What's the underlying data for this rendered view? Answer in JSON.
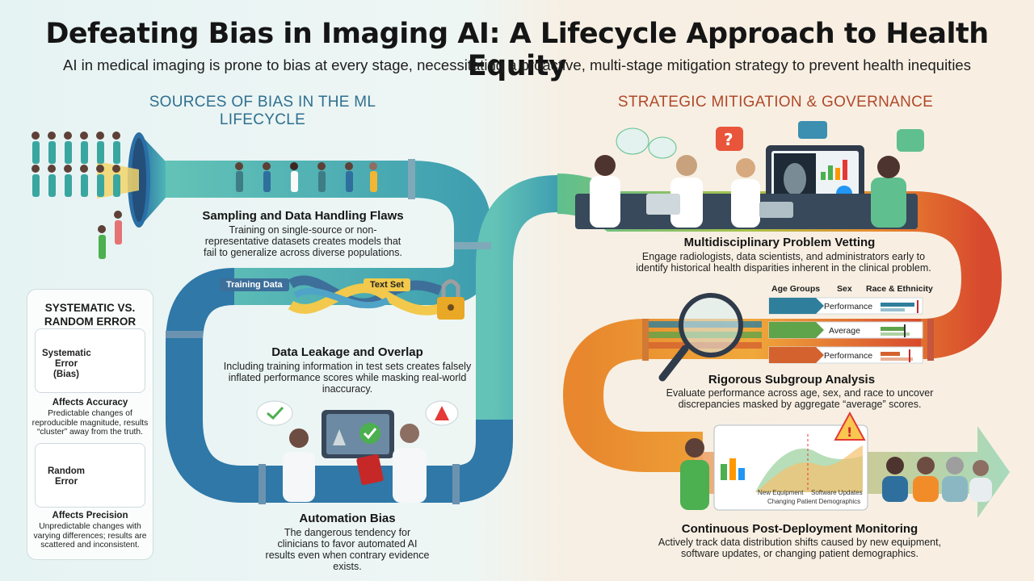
{
  "title": "Defeating Bias in Imaging AI: A Lifecycle Approach to Health Equity",
  "subtitle": "AI in medical imaging is prone to bias at every stage, necessitating a proactive, multi-stage mitigation strategy to prevent health inequities",
  "left_section": {
    "heading": "SOURCES OF BIAS IN THE ML LIFECYCLE",
    "sampling": {
      "title": "Sampling and Data Handling Flaws",
      "text": "Training on single-source or non-representative datasets creates models that fail to generalize across diverse populations."
    },
    "leakage": {
      "title": "Data Leakage and Overlap",
      "text": "Including training information in test sets creates falsely inflated performance scores while masking real-world inaccuracy.",
      "training_tag": "Training Data",
      "test_tag": "Text Set"
    },
    "automation": {
      "title": "Automation Bias",
      "text": "The dangerous tendency for clinicians to favor automated AI results even when contrary evidence exists."
    }
  },
  "error_panel": {
    "title": "SYSTEMATIC VS. RANDOM ERROR",
    "systematic": {
      "label": "Systematic Error (Bias)",
      "effect": "Affects Accuracy",
      "text": "Predictable changes of reproducible magnitude, results “cluster” away from the truth."
    },
    "random": {
      "label": "Random Error",
      "effect": "Affects Precision",
      "text": "Unpredictable changes with varying differences; results are scattered and inconsistent."
    }
  },
  "right_section": {
    "heading": "STRATEGIC MITIGATION & GOVERNANCE",
    "vetting": {
      "title": "Multidisciplinary Problem Vetting",
      "text": "Engage radiologists, data scientists, and administrators early to identify historical health disparities inherent in the clinical problem."
    },
    "subgroup": {
      "title": "Rigorous Subgroup Analysis",
      "text": "Evaluate performance across age, sex, and race to uncover discrepancies masked by aggregate “average” scores.",
      "column_headers": [
        "Age Groups",
        "Sex",
        "Race & Ethnicity"
      ],
      "rows": [
        {
          "label": "Performance",
          "color": "#2f7f9c"
        },
        {
          "label": "Average",
          "color": "#5fa34a"
        },
        {
          "label": "Performance",
          "color": "#d4622f"
        }
      ]
    },
    "monitoring": {
      "title": "Continuous Post-Deployment Monitoring",
      "text": "Actively track data distribution shifts caused by new equipment, software updates, or changing patient demographics.",
      "legend": [
        "New Equipment",
        "Software Updates",
        "Changing Patient Demographics"
      ]
    }
  },
  "colors": {
    "left_heading": "#2f6f8f",
    "right_heading": "#b0492a",
    "pipe_teal": "#4fb3aa",
    "pipe_blue": "#2f78a8",
    "pipe_orange": "#e8872e",
    "pipe_red": "#d84a2e"
  }
}
